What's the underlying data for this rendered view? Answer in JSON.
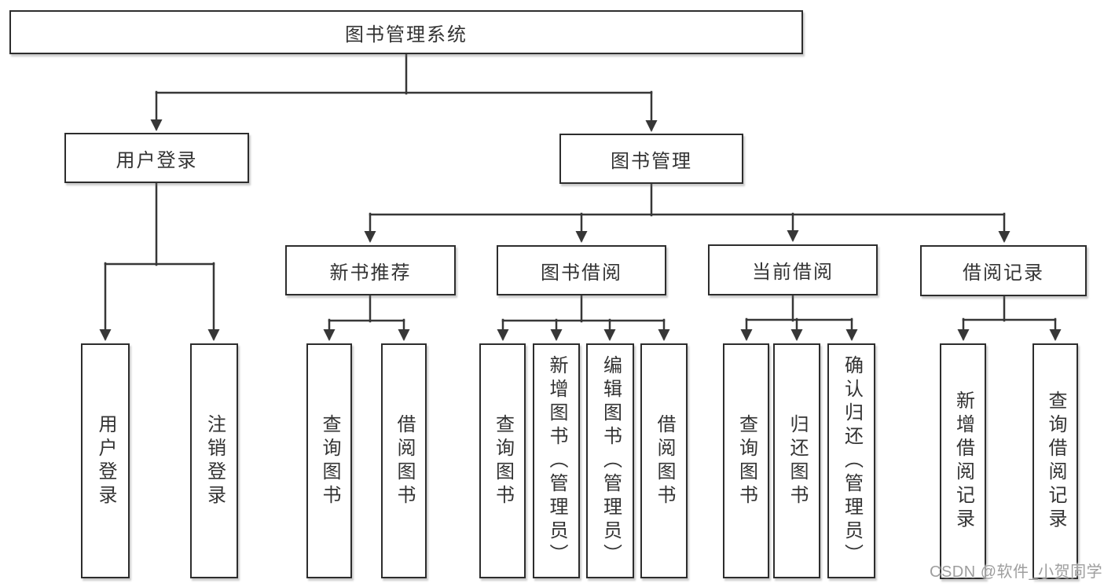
{
  "diagram": {
    "root": {
      "label": "图书管理系统",
      "children": [
        {
          "label": "用户登录",
          "children": [
            {
              "label": "用户登录"
            },
            {
              "label": "注销登录"
            }
          ]
        },
        {
          "label": "图书管理",
          "children": [
            {
              "label": "新书推荐",
              "children": [
                {
                  "label": "查询图书"
                },
                {
                  "label": "借阅图书"
                }
              ]
            },
            {
              "label": "图书借阅",
              "children": [
                {
                  "label": "查询图书"
                },
                {
                  "label": "新增图书（管理员）"
                },
                {
                  "label": "编辑图书（管理员）"
                },
                {
                  "label": "借阅图书"
                }
              ]
            },
            {
              "label": "当前借阅",
              "children": [
                {
                  "label": "查询图书"
                },
                {
                  "label": "归还图书"
                },
                {
                  "label": "确认归还（管理员）"
                }
              ]
            },
            {
              "label": "借阅记录",
              "children": [
                {
                  "label": "新增借阅记录"
                },
                {
                  "label": "查询借阅记录"
                }
              ]
            }
          ]
        }
      ]
    }
  },
  "watermark": {
    "text": "CSDN @软件_小贺同学"
  },
  "colors": {
    "background": "#ffffff",
    "box_border": "#2d2d2d",
    "connector_line": "#373737",
    "text": "#333333",
    "watermark_text": "#9e9e9e"
  }
}
